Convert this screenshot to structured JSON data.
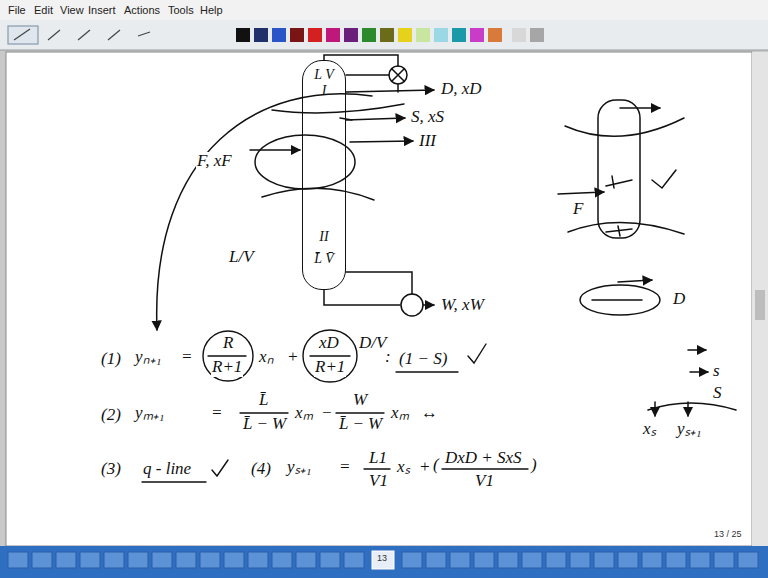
{
  "diagram": {
    "nodes": [
      {
        "text": [
          "L V",
          "I",
          "II",
          "L̄ V̄"
        ]
      }
    ],
    "labels": [
      "File",
      "Edit",
      "View",
      "Insert",
      "Actions",
      "Tools",
      "Help",
      "D, xD",
      "S, xS",
      "III",
      "F, xF",
      "W, xW",
      "L/V",
      "F",
      "D",
      "s",
      "S",
      "xₛ",
      "yₛ₊₁",
      "(1)",
      "yₙ₊₁",
      "=",
      "R",
      "R+1",
      "xₙ",
      "+",
      "xD",
      "R+1",
      "D/V",
      ":",
      "(1 − S)",
      "(2)",
      "yₘ₊₁",
      "=",
      "L̄",
      "L̄ − W",
      "xₘ",
      "−",
      "W",
      "L̄ − W",
      "xₘ",
      "↔",
      "(3)",
      "q - line",
      "(4)",
      "yₛ₊₁",
      "=",
      "L1",
      "V1",
      "xₛ",
      "+",
      "(",
      "DxD + SxS",
      "V1",
      ")",
      "13 / 25",
      "13"
    ]
  }
}
